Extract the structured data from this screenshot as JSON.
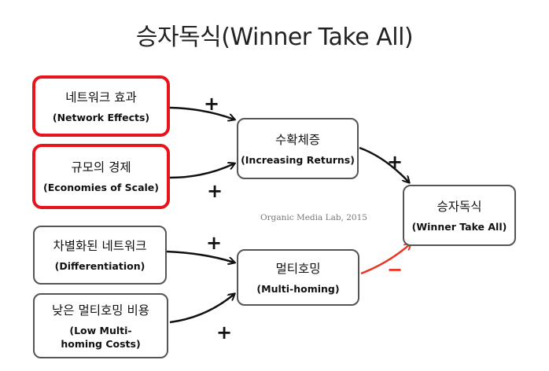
{
  "title": "승자독식(Winner Take All)",
  "credit": "Organic Media Lab, 2015",
  "nodes": {
    "network_effects": {
      "ko": "네트워크 효과",
      "en": "(Network Effects)"
    },
    "economies_of_scale": {
      "ko": "규모의 경제",
      "en": "(Economies of Scale)"
    },
    "differentiation": {
      "ko": "차별화된 네트워크",
      "en": "(Differentiation)"
    },
    "low_multihoming_costs": {
      "ko": "낮은 멀티호밍 비용",
      "en": "(Low Multi-homing Costs)"
    },
    "increasing_returns": {
      "ko": "수확체증",
      "en": "(Increasing Returns)"
    },
    "multihoming": {
      "ko": "멀티호밍",
      "en": "(Multi-homing)"
    },
    "winner_take_all": {
      "ko": "승자독식",
      "en": "(Winner Take All)"
    }
  },
  "edges": [
    {
      "from": "network_effects",
      "to": "increasing_returns",
      "sign": "+",
      "color": "#111111"
    },
    {
      "from": "economies_of_scale",
      "to": "increasing_returns",
      "sign": "+",
      "color": "#111111"
    },
    {
      "from": "increasing_returns",
      "to": "winner_take_all",
      "sign": "+",
      "color": "#111111"
    },
    {
      "from": "differentiation",
      "to": "multihoming",
      "sign": "+",
      "color": "#111111"
    },
    {
      "from": "low_multihoming_costs",
      "to": "multihoming",
      "sign": "+",
      "color": "#111111"
    },
    {
      "from": "multihoming",
      "to": "winner_take_all",
      "sign": "−",
      "color": "#ee3322"
    }
  ],
  "colors": {
    "highlight_border": "#e8141b",
    "negative_edge": "#ee3322"
  }
}
